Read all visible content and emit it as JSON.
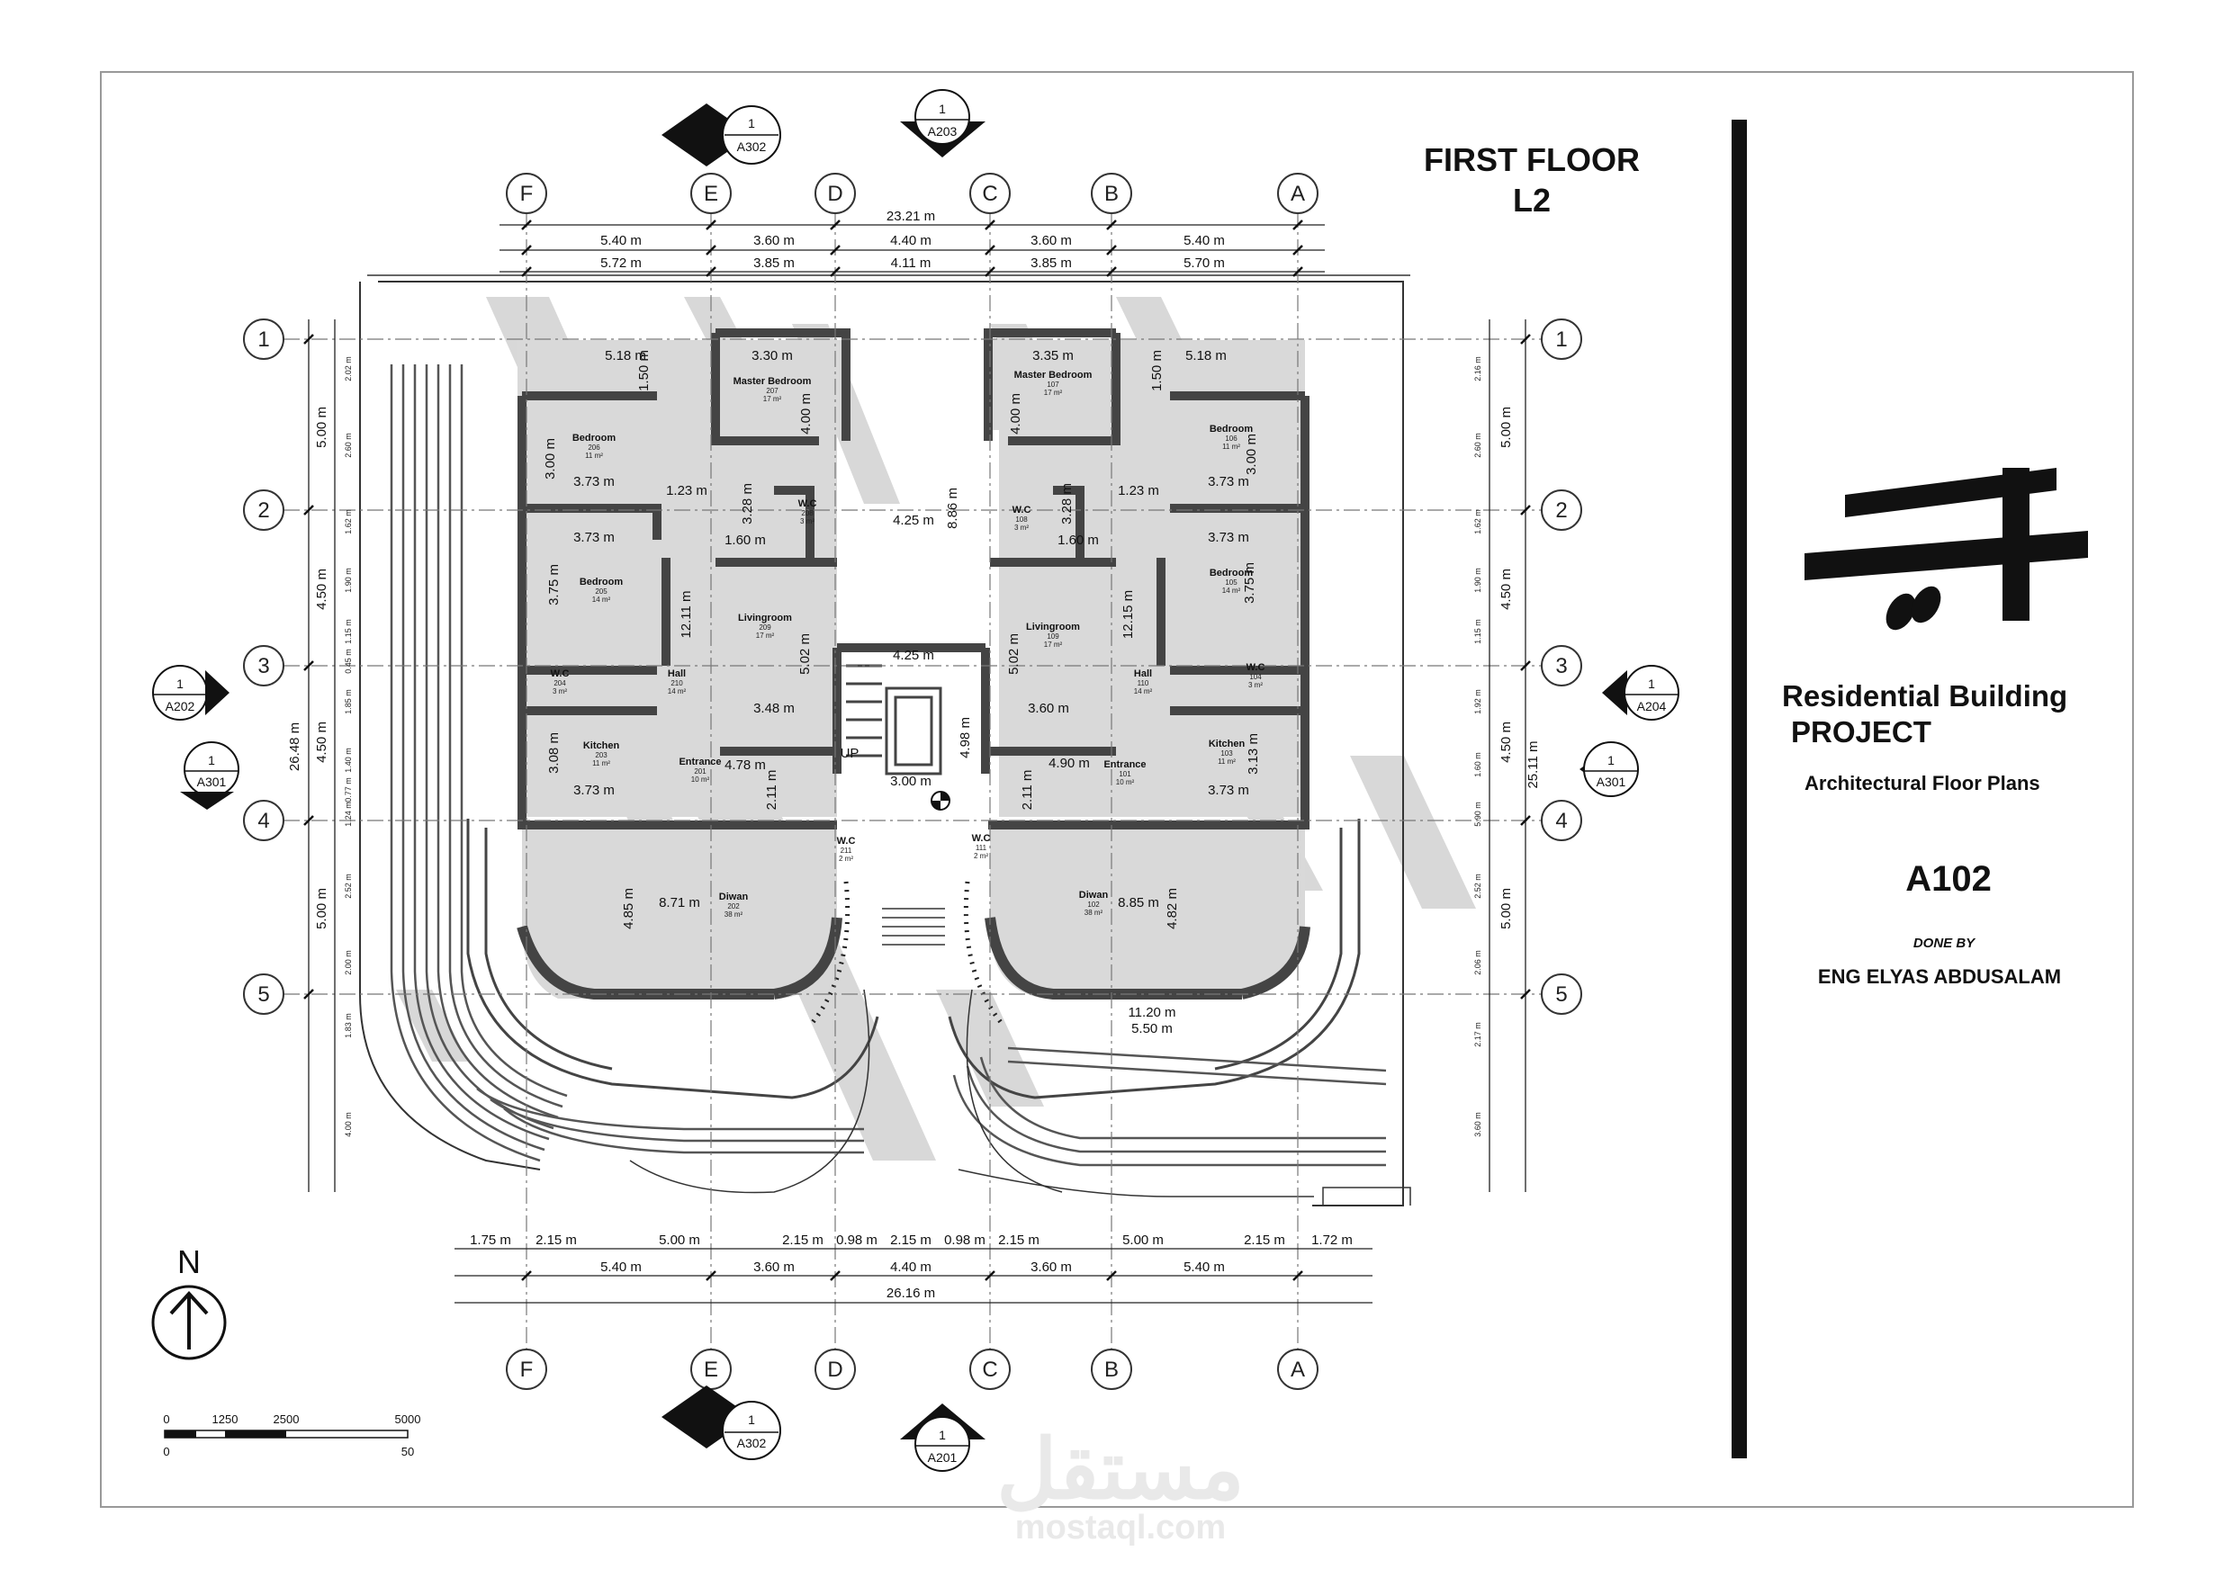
{
  "title": {
    "line1": "FIRST FLOOR",
    "line2": "L2"
  },
  "project": {
    "name_line1": "Residential Building",
    "name_line2": "PROJECT",
    "subtitle": "Architectural Floor Plans",
    "sheet_number": "A102",
    "done_by_label": "DONE BY",
    "author": "ENG ELYAS ABDUSALAM"
  },
  "watermark": {
    "arabic": "مستقل",
    "site": "mostaql.com"
  },
  "grid": {
    "columns": [
      "F",
      "E",
      "D",
      "C",
      "B",
      "A"
    ],
    "rows": [
      "1",
      "2",
      "3",
      "4",
      "5"
    ]
  },
  "section_markers": [
    {
      "num": "1",
      "ref": "A302"
    },
    {
      "num": "1",
      "ref": "A203"
    },
    {
      "num": "1",
      "ref": "A202"
    },
    {
      "num": "1",
      "ref": "A301"
    },
    {
      "num": "1",
      "ref": "A204"
    },
    {
      "num": "1",
      "ref": "A301"
    },
    {
      "num": "1",
      "ref": "A302"
    },
    {
      "num": "1",
      "ref": "A201"
    }
  ],
  "dimensions": {
    "top_overall": "23.21 m",
    "top_row1": [
      "5.40 m",
      "3.60 m",
      "4.40 m",
      "3.60 m",
      "5.40 m"
    ],
    "top_row2": [
      "5.72 m",
      "3.85 m",
      "4.11 m",
      "3.85 m",
      "5.70 m"
    ],
    "bottom_row1": [
      "1.75 m",
      "2.15 m",
      "5.00 m",
      "2.15 m",
      "0.98 m",
      "2.15 m",
      "0.98 m",
      "2.15 m",
      "5.00 m",
      "2.15 m",
      "1.72 m"
    ],
    "bottom_row2": [
      "5.40 m",
      "3.60 m",
      "4.40 m",
      "3.60 m",
      "5.40 m"
    ],
    "bottom_overall": "26.16 m",
    "left_overall": "26.48 m",
    "left_spans": [
      "5.00 m",
      "4.50 m",
      "4.50 m",
      "5.00 m"
    ],
    "left_small": [
      "2.02 m",
      "2.60 m",
      "1.62 m",
      "1.90 m",
      "1.15 m",
      "0.45 m",
      "1.85 m",
      "1.40 m",
      "0.77 m",
      "1.24 m",
      "2.52 m",
      "2.00 m",
      "1.83 m",
      "4.00 m"
    ],
    "right_overall": "25.11 m",
    "right_spans": [
      "5.00 m",
      "4.50 m",
      "4.50 m",
      "5.00 m"
    ],
    "right_small": [
      "2.16 m",
      "2.60 m",
      "1.62 m",
      "1.90 m",
      "1.15 m",
      "1.92 m",
      "1.60 m",
      "5.90 m",
      "2.52 m",
      "2.06 m",
      "2.17 m",
      "3.60 m"
    ]
  },
  "rooms": [
    {
      "name": "Master Bedroom",
      "num": "207",
      "area": "17 m²"
    },
    {
      "name": "Master Bedroom",
      "num": "107",
      "area": "17 m²"
    },
    {
      "name": "Bedroom",
      "num": "206",
      "area": "11 m²"
    },
    {
      "name": "Bedroom",
      "num": "106",
      "area": "11 m²"
    },
    {
      "name": "Bedroom",
      "num": "205",
      "area": "14 m²"
    },
    {
      "name": "Bedroom",
      "num": "105",
      "area": "14 m²"
    },
    {
      "name": "W.C",
      "num": "208",
      "area": "3 m²"
    },
    {
      "name": "W.C",
      "num": "108",
      "area": "3 m²"
    },
    {
      "name": "Livingroom",
      "num": "209",
      "area": "17 m²"
    },
    {
      "name": "Livingroom",
      "num": "109",
      "area": "17 m²"
    },
    {
      "name": "W.C",
      "num": "204",
      "area": "3 m²"
    },
    {
      "name": "W.C",
      "num": "104",
      "area": "3 m²"
    },
    {
      "name": "Hall",
      "num": "210",
      "area": "14 m²"
    },
    {
      "name": "Hall",
      "num": "110",
      "area": "14 m²"
    },
    {
      "name": "Kitchen",
      "num": "203",
      "area": "11 m²"
    },
    {
      "name": "Kitchen",
      "num": "103",
      "area": "11 m²"
    },
    {
      "name": "Entrance",
      "num": "201",
      "area": "10 m²"
    },
    {
      "name": "Entrance",
      "num": "101",
      "area": "10 m²"
    },
    {
      "name": "W.C",
      "num": "211",
      "area": "2 m²"
    },
    {
      "name": "W.C",
      "num": "111",
      "area": "2 m²"
    },
    {
      "name": "Diwan",
      "num": "202",
      "area": "38 m²"
    },
    {
      "name": "Diwan",
      "num": "102",
      "area": "38 m²"
    }
  ],
  "room_dims": [
    "5.18 m",
    "1.50 m",
    "3.30 m",
    "4.00 m",
    "3.35 m",
    "4.00 m",
    "5.18 m",
    "1.50 m",
    "3.00 m",
    "3.73 m",
    "3.73 m",
    "3.00 m",
    "1.23 m",
    "3.28 m",
    "8.86 m",
    "3.28 m",
    "1.23 m",
    "4.25 m",
    "1.60 m",
    "1.60 m",
    "3.73 m",
    "3.73 m",
    "3.75 m",
    "12.11 m",
    "12.15 m",
    "3.75 m",
    "5.02 m",
    "5.02 m",
    "4.25 m",
    "3.48 m",
    "3.60 m",
    "4.98 m",
    "3.08 m",
    "3.73 m",
    "4.78 m",
    "2.11 m",
    "3.00 m",
    "2.11 m",
    "4.90 m",
    "3.13 m",
    "3.73 m",
    "4.85 m",
    "8.71 m",
    "8.85 m",
    "4.82 m",
    "11.20 m",
    "5.50 m",
    "UP"
  ],
  "north": {
    "label": "N"
  },
  "scale_bar": {
    "ticks_top": [
      "0",
      "1250",
      "2500",
      "5000"
    ],
    "ticks_bottom": [
      "0",
      "50"
    ]
  },
  "colors": {
    "ink": "#111111",
    "wall": "#555555",
    "fill": "#d9d9d9",
    "hatch": "#c8c8c8"
  }
}
